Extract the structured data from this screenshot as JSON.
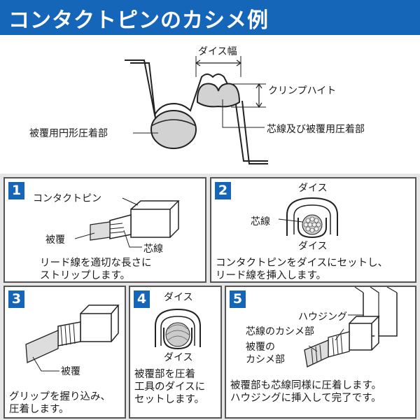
{
  "header": {
    "title": "コンタクトピンのカシメ例",
    "bg": "#1565b8"
  },
  "top_diagram": {
    "die_width": "ダイス幅",
    "crimp_height": "クリンプハイト",
    "conductor_insulation_crimp": "芯線及び被覆用圧着部",
    "insulation_round_crimp": "被覆用円形圧着部"
  },
  "steps": [
    {
      "num": "1",
      "labels": {
        "pin": "コンタクトピン",
        "insulation": "被覆",
        "conductor": "芯線"
      },
      "caption": [
        "リード線を適切な長さに",
        "ストリップします。"
      ]
    },
    {
      "num": "2",
      "labels": {
        "die_top": "ダイス",
        "conductor": "芯線",
        "die_bottom": "ダイス"
      },
      "caption": [
        "コンタクトピンをダイスにセットし、",
        "リード線を挿入します。"
      ]
    },
    {
      "num": "3",
      "labels": {
        "insulation": "被覆"
      },
      "caption": [
        "グリップを握り込み、",
        "圧着します。"
      ]
    },
    {
      "num": "4",
      "labels": {
        "die_top": "ダイス",
        "die_bottom": "ダイス"
      },
      "caption": [
        "被覆部を圧着",
        "工具のダイスに",
        "セットします。"
      ]
    },
    {
      "num": "5",
      "labels": {
        "housing": "ハウジング",
        "conductor_crimp": "芯線のカシメ部",
        "insulation_crimp_1": "被覆の",
        "insulation_crimp_2": "カシメ部"
      },
      "caption": [
        "被覆部も芯線同様に圧着します。",
        "ハウジングに挿入して完了です。"
      ]
    }
  ]
}
